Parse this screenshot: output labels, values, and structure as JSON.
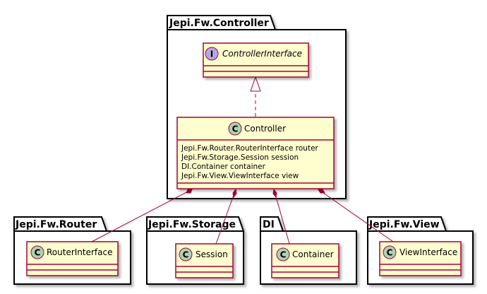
{
  "packages": {
    "controller": {
      "name": "Jepi.Fw.Controller"
    },
    "router": {
      "name": "Jepi.Fw.Router"
    },
    "storage": {
      "name": "Jepi.Fw.Storage"
    },
    "di": {
      "name": "DI"
    },
    "view": {
      "name": "Jepi.Fw.View"
    }
  },
  "classes": {
    "controller_interface": {
      "stereotype": "I",
      "name": "ControllerInterface",
      "kind": "interface"
    },
    "controller": {
      "stereotype": "C",
      "name": "Controller",
      "kind": "class",
      "fields": [
        "Jepi.Fw.Router.RouterInterface router",
        "Jepi.Fw.Storage.Session session",
        "DI.Container container",
        "Jepi.Fw.View.ViewInterface view"
      ]
    },
    "router_interface": {
      "stereotype": "C",
      "name": "RouterInterface",
      "kind": "class"
    },
    "session": {
      "stereotype": "C",
      "name": "Session",
      "kind": "class"
    },
    "container": {
      "stereotype": "C",
      "name": "Container",
      "kind": "class"
    },
    "view_interface": {
      "stereotype": "C",
      "name": "ViewInterface",
      "kind": "class"
    }
  },
  "relations": [
    {
      "from": "Controller",
      "to": "ControllerInterface",
      "type": "realization"
    },
    {
      "from": "Controller",
      "to": "RouterInterface",
      "type": "composition"
    },
    {
      "from": "Controller",
      "to": "Session",
      "type": "composition"
    },
    {
      "from": "Controller",
      "to": "Container",
      "type": "composition"
    },
    {
      "from": "Controller",
      "to": "ViewInterface",
      "type": "composition"
    }
  ],
  "colors": {
    "class_fill": "#FEFECE",
    "class_border": "#A80036",
    "class_badge": "#ADD1B2",
    "interface_badge": "#B4A7E5",
    "package_border": "#000000"
  }
}
